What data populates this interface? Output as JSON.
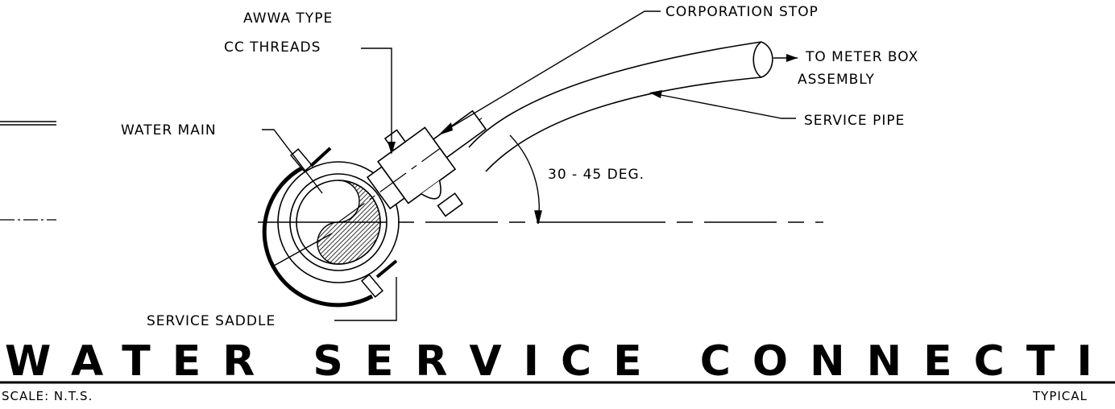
{
  "labels": {
    "awwa_line1": "AWWA TYPE",
    "awwa_line2": "CC THREADS",
    "corporation_stop": "CORPORATION STOP",
    "to_meter_line1": "TO METER BOX",
    "to_meter_line2": "ASSEMBLY",
    "water_main": "WATER MAIN",
    "service_pipe": "SERVICE PIPE",
    "angle": "30 - 45 DEG.",
    "service_saddle": "SERVICE SADDLE"
  },
  "title": "WATER SERVICE CONNECTION",
  "scale": "SCALE:  N.T.S.",
  "typical": "TYPICAL"
}
